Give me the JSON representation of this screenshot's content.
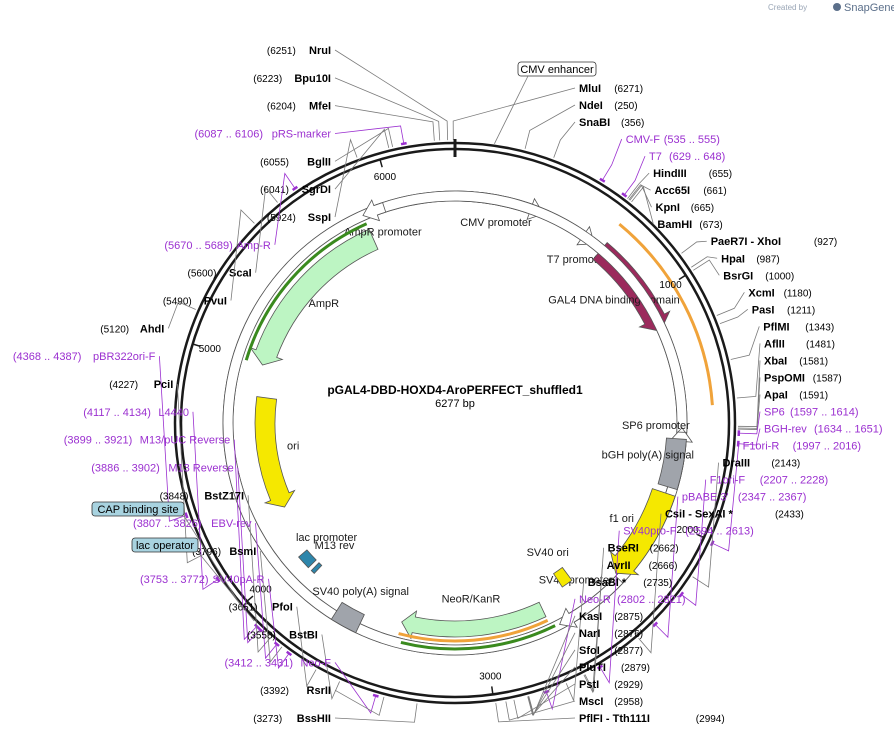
{
  "header": {
    "credit": "Created by",
    "brand": "SnapGene"
  },
  "plasmid": {
    "name": "pGAL4-DBD-HOXD4-AroPERFECT_shuffled1",
    "size": "6277 bp",
    "length": 6277
  },
  "ticks": [
    {
      "label": "1000",
      "pos": 1000
    },
    {
      "label": "2000",
      "pos": 2000
    },
    {
      "label": "3000",
      "pos": 3000
    },
    {
      "label": "4000",
      "pos": 4000
    },
    {
      "label": "5000",
      "pos": 5000
    },
    {
      "label": "6000",
      "pos": 6000
    }
  ],
  "colors": {
    "ring": "#1a1a1a",
    "primer": "#9b30d0",
    "gal4": "#9b2a5c",
    "ampr": "#bdf5c3",
    "ori": "#f5e800",
    "f1ori": "#f5e800",
    "sv40ori": "#f5e800",
    "bgh": "#a0a4ab",
    "neor": "#bdf5c3",
    "orange": "#f0a33a",
    "green": "#3a8a1e",
    "promoter": "#ffffff"
  },
  "sites_right": [
    {
      "name": "MluI",
      "pos": "(6271)",
      "bp": 6271
    },
    {
      "name": "NdeI",
      "pos": "(250)",
      "bp": 250
    },
    {
      "name": "SnaBI",
      "pos": "(356)",
      "bp": 356
    },
    {
      "name": "HindIII",
      "pos": "(655)",
      "bp": 655
    },
    {
      "name": "Acc65I",
      "pos": "(661)",
      "bp": 661
    },
    {
      "name": "KpnI",
      "pos": "(665)",
      "bp": 665
    },
    {
      "name": "BamHI",
      "pos": "(673)",
      "bp": 673
    },
    {
      "name": "PaeR7I  - XhoI",
      "pos": "(927)",
      "bp": 927
    },
    {
      "name": "HpaI",
      "pos": "(987)",
      "bp": 987
    },
    {
      "name": "BsrGI",
      "pos": "(1000)",
      "bp": 1000
    },
    {
      "name": "XcmI",
      "pos": "(1180)",
      "bp": 1180
    },
    {
      "name": "PasI",
      "pos": "(1211)",
      "bp": 1211
    },
    {
      "name": "PflMI",
      "pos": "(1343)",
      "bp": 1343
    },
    {
      "name": "AflII",
      "pos": "(1481)",
      "bp": 1481
    },
    {
      "name": "XbaI",
      "pos": "(1581)",
      "bp": 1581
    },
    {
      "name": "PspOMI",
      "pos": "(1587)",
      "bp": 1587
    },
    {
      "name": "ApaI",
      "pos": "(1591)",
      "bp": 1591
    },
    {
      "name": "DraIII",
      "pos": "(2143)",
      "bp": 2143
    },
    {
      "name": "CsiI  - SexAI *",
      "pos": "(2433)",
      "bp": 2433
    },
    {
      "name": "BseRI",
      "pos": "(2662)",
      "bp": 2662
    },
    {
      "name": "AvrII",
      "pos": "(2666)",
      "bp": 2666
    },
    {
      "name": "BsaBI *",
      "pos": "(2735)",
      "bp": 2735
    },
    {
      "name": "KasI",
      "pos": "(2875)",
      "bp": 2875
    },
    {
      "name": "NarI",
      "pos": "(2876)",
      "bp": 2876
    },
    {
      "name": "SfoI",
      "pos": "(2877)",
      "bp": 2877
    },
    {
      "name": "PluTI",
      "pos": "(2879)",
      "bp": 2879
    },
    {
      "name": "PstI",
      "pos": "(2929)",
      "bp": 2929
    },
    {
      "name": "MscI",
      "pos": "(2958)",
      "bp": 2958
    },
    {
      "name": "PflFI  - Tth111I",
      "pos": "(2994)",
      "bp": 2994
    }
  ],
  "sites_left": [
    {
      "name": "NruI",
      "pos": "(6251)",
      "bp": 6251
    },
    {
      "name": "Bpu10I",
      "pos": "(6223)",
      "bp": 6223
    },
    {
      "name": "MfeI",
      "pos": "(6204)",
      "bp": 6204
    },
    {
      "name": "BglII",
      "pos": "(6055)",
      "bp": 6055
    },
    {
      "name": "SgrDI",
      "pos": "(6041)",
      "bp": 6041
    },
    {
      "name": "SspI",
      "pos": "(5924)",
      "bp": 5924
    },
    {
      "name": "ScaI",
      "pos": "(5600)",
      "bp": 5600
    },
    {
      "name": "PvuI",
      "pos": "(5490)",
      "bp": 5490
    },
    {
      "name": "AhdI",
      "pos": "(5120)",
      "bp": 5120
    },
    {
      "name": "PciI",
      "pos": "(4227)",
      "bp": 4227
    },
    {
      "name": "BstZ17I",
      "pos": "(3848)",
      "bp": 3848
    },
    {
      "name": "BsmI",
      "pos": "(3796)",
      "bp": 3796
    },
    {
      "name": "PfoI",
      "pos": "(3651)",
      "bp": 3651
    },
    {
      "name": "BstBI",
      "pos": "(3558)",
      "bp": 3558
    },
    {
      "name": "RsrII",
      "pos": "(3392)",
      "bp": 3392
    },
    {
      "name": "BssHII",
      "pos": "(3273)",
      "bp": 3273
    }
  ],
  "primers_right": [
    {
      "name": "CMV-F",
      "pos": "(535 .. 555)",
      "bp": 545
    },
    {
      "name": "T7",
      "pos": "(629 .. 648)",
      "bp": 638
    },
    {
      "name": "SP6",
      "pos": "(1597 .. 1614)",
      "bp": 1605
    },
    {
      "name": "BGH-rev",
      "pos": "(1634 .. 1651)",
      "bp": 1642
    },
    {
      "name": "F1ori-R",
      "pos": "(1997 .. 2016)",
      "bp": 2006
    },
    {
      "name": "F1ori-F",
      "pos": "(2207 .. 2228)",
      "bp": 2217
    },
    {
      "name": "pBABE 3'",
      "pos": "(2347 .. 2367)",
      "bp": 2357
    },
    {
      "name": "SV40pro-F",
      "pos": "(2594 .. 2613)",
      "bp": 2603
    },
    {
      "name": "Neo-R",
      "pos": "(2802 .. 2821)",
      "bp": 2811
    }
  ],
  "primers_left": [
    {
      "name": "pRS-marker",
      "pos": "(6087 .. 6106)",
      "bp": 6096
    },
    {
      "name": "Amp-R",
      "pos": "(5670 .. 5689)",
      "bp": 5679
    },
    {
      "name": "pBR322ori-F",
      "pos": "(4368 .. 4387)",
      "bp": 4377
    },
    {
      "name": "L4440",
      "pos": "(4117 .. 4134)",
      "bp": 4125
    },
    {
      "name": "M13/pUC Reverse",
      "pos": "(3899 .. 3921)",
      "bp": 3910
    },
    {
      "name": "M13 Reverse",
      "pos": "(3886 .. 3902)",
      "bp": 3894
    },
    {
      "name": "EBV-rev",
      "pos": "(3807 .. 3826)",
      "bp": 3816
    },
    {
      "name": "SV40pA-R",
      "pos": "(3753 .. 3772)",
      "bp": 3762
    },
    {
      "name": "Neo-F",
      "pos": "(3412 .. 3431)",
      "bp": 3421
    }
  ],
  "boxed_features": [
    {
      "name": "CMV enhancer",
      "bp": 140
    },
    {
      "name": "CAP binding site",
      "bp": 3990
    },
    {
      "name": "lac operator",
      "bp": 3930
    }
  ],
  "features": [
    {
      "name": "CMV promoter",
      "start": 10,
      "end": 400,
      "kind": "promoter"
    },
    {
      "name": "T7 promoter",
      "start": 640,
      "end": 660,
      "kind": "promoter"
    },
    {
      "name": "GAL4 DNA binding domain",
      "start": 700,
      "end": 1150,
      "kind": "gal4"
    },
    {
      "name": "SP6 promoter",
      "start": 1590,
      "end": 1610,
      "kind": "promoter"
    },
    {
      "name": "bGH poly(A) signal",
      "start": 1640,
      "end": 1860,
      "kind": "bgh"
    },
    {
      "name": "f1 ori",
      "start": 1890,
      "end": 2320,
      "kind": "f1ori"
    },
    {
      "name": "SV40 promoter",
      "start": 2330,
      "end": 2660,
      "kind": "promoter"
    },
    {
      "name": "SV40 ori",
      "start": 2500,
      "end": 2560,
      "kind": "sv40ori"
    },
    {
      "name": "NeoR/KanR",
      "start": 2700,
      "end": 3400,
      "kind": "neor"
    },
    {
      "name": "SV40 poly(A) signal",
      "start": 3580,
      "end": 3700,
      "kind": "bgh"
    },
    {
      "name": "M13 rev",
      "start": 3890,
      "end": 3910,
      "kind": "small"
    },
    {
      "name": "lac promoter",
      "start": 3930,
      "end": 4000,
      "kind": "small"
    },
    {
      "name": "ori",
      "start": 4250,
      "end": 4840,
      "kind": "ori"
    },
    {
      "name": "AmpR",
      "start": 5000,
      "end": 5860,
      "kind": "ampr"
    },
    {
      "name": "AmpR promoter",
      "start": 5860,
      "end": 5960,
      "kind": "promoter"
    }
  ]
}
